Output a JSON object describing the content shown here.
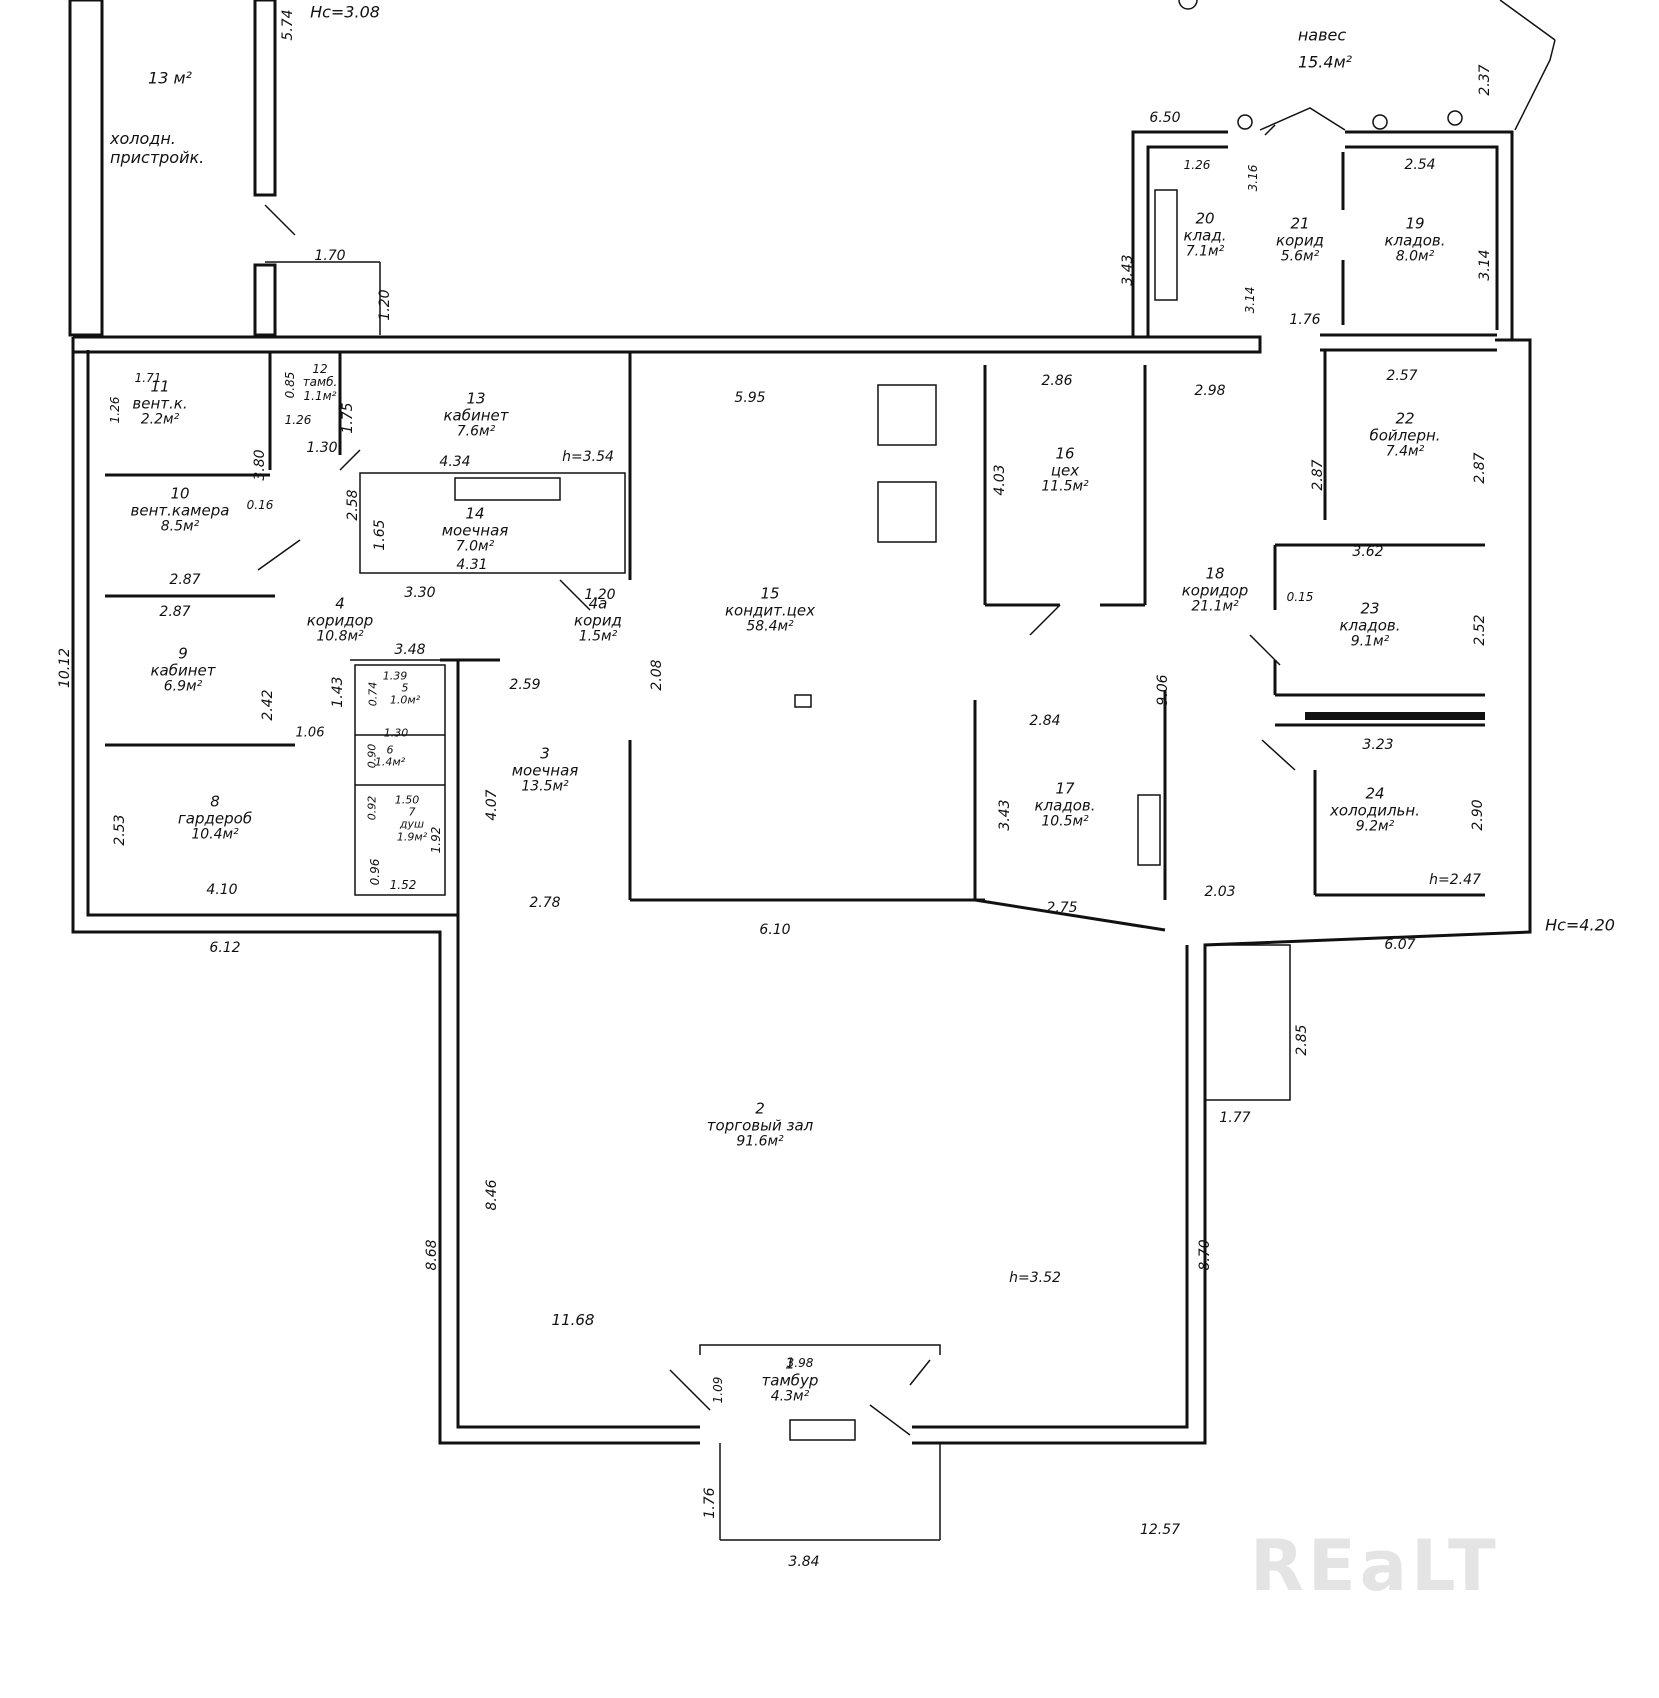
{
  "rooms": [
    {
      "id": "r1",
      "num": "1",
      "name": "тамбур",
      "area": "4.3м²"
    },
    {
      "id": "r2",
      "num": "2",
      "name": "торговый зал",
      "area": "91.6м²"
    },
    {
      "id": "r3",
      "num": "3",
      "name": "моечная",
      "area": "13.5м²"
    },
    {
      "id": "r4",
      "num": "4",
      "name": "коридор",
      "area": "10.8м²"
    },
    {
      "id": "r4a",
      "num": "4а",
      "name": "корид",
      "area": "1.5м²"
    },
    {
      "id": "r5",
      "num": "5",
      "name": "",
      "area": "1.0м²"
    },
    {
      "id": "r6",
      "num": "6",
      "name": "",
      "area": "1.4м²"
    },
    {
      "id": "r7",
      "num": "7",
      "name": "душ",
      "area": "1.9м²"
    },
    {
      "id": "r8",
      "num": "8",
      "name": "гардероб",
      "area": "10.4м²"
    },
    {
      "id": "r9",
      "num": "9",
      "name": "кабинет",
      "area": "6.9м²"
    },
    {
      "id": "r10",
      "num": "10",
      "name": "вент.камера",
      "area": "8.5м²"
    },
    {
      "id": "r11",
      "num": "11",
      "name": "вент.к.",
      "area": "2.2м²"
    },
    {
      "id": "r12",
      "num": "12",
      "name": "тамб.",
      "area": "1.1м²"
    },
    {
      "id": "r13",
      "num": "13",
      "name": "кабинет",
      "area": "7.6м²"
    },
    {
      "id": "r14",
      "num": "14",
      "name": "моечная",
      "area": "7.0м²"
    },
    {
      "id": "r15",
      "num": "15",
      "name": "кондит.цех",
      "area": "58.4м²"
    },
    {
      "id": "r16",
      "num": "16",
      "name": "цех",
      "area": "11.5м²"
    },
    {
      "id": "r17",
      "num": "17",
      "name": "кладов.",
      "area": "10.5м²"
    },
    {
      "id": "r18",
      "num": "18",
      "name": "коридор",
      "area": "21.1м²"
    },
    {
      "id": "r19",
      "num": "19",
      "name": "кладов.",
      "area": "8.0м²"
    },
    {
      "id": "r20",
      "num": "20",
      "name": "клад.",
      "area": "7.1м²"
    },
    {
      "id": "r21",
      "num": "21",
      "name": "корид",
      "area": "5.6м²"
    },
    {
      "id": "r22",
      "num": "22",
      "name": "бойлерн.",
      "area": "7.4м²"
    },
    {
      "id": "r23",
      "num": "23",
      "name": "кладов.",
      "area": "9.1м²"
    },
    {
      "id": "r24",
      "num": "24",
      "name": "холодильн.",
      "area": "9.2м²"
    }
  ],
  "notes": {
    "cold_annex_area": "13 м²",
    "cold_annex_name": "холодн. пристройк.",
    "canopy_name": "навес",
    "canopy_area": "15.4м²",
    "height_left": "Нс=3.08",
    "height_right": "Нс=4.20",
    "height_15": "h=3.54",
    "height_2": "h=3.52",
    "height_24": "h=2.47"
  },
  "dimensions": {
    "d_574": "5.74",
    "d_170": "1.70",
    "d_120a": "1.20",
    "d_650": "6.50",
    "d_237": "2.37",
    "d_126a": "1.26",
    "d_316": "3.16",
    "d_254": "2.54",
    "d_343a": "3.43",
    "d_314": "3.14",
    "d_314b": "3.14",
    "d_176a": "1.76",
    "d_171": "1.71",
    "d_126b": "1.26",
    "d_085": "0.85",
    "d_126c": "1.26",
    "d_175": "1.75",
    "d_130": "1.30",
    "d_380": "3.80",
    "d_016": "0.16",
    "d_595": "5.95",
    "d_286": "2.86",
    "d_298": "2.98",
    "d_257": "2.57",
    "d_434": "4.34",
    "d_258": "2.58",
    "d_165": "1.65",
    "d_431": "4.31",
    "d_403": "4.03",
    "d_287a": "2.87",
    "d_287b": "2.87",
    "d_287c": "2.87",
    "d_287d": "2.87",
    "d_362": "3.62",
    "d_330": "3.30",
    "d_120b": "1.20",
    "d_015": "0.15",
    "d_1012": "10.12",
    "d_348": "3.48",
    "d_259": "2.59",
    "d_208": "2.08",
    "d_906": "9.06",
    "d_252": "2.52",
    "d_143": "1.43",
    "d_139": "1.39",
    "d_074": "0.74",
    "d_130b": "1.30",
    "d_090": "0.90",
    "d_242": "2.42",
    "d_106": "1.06",
    "d_284": "2.84",
    "d_323": "3.23",
    "d_150": "1.50",
    "d_092": "0.92",
    "d_407": "4.07",
    "d_343b": "3.43",
    "d_290": "2.90",
    "d_253": "2.53",
    "d_192": "1.92",
    "d_096": "0.96",
    "d_152": "1.52",
    "d_410": "4.10",
    "d_278": "2.78",
    "d_275": "2.75",
    "d_203": "2.03",
    "d_612": "6.12",
    "d_610": "6.10",
    "d_607": "6.07",
    "d_285": "2.85",
    "d_177": "1.77",
    "d_846": "8.46",
    "d_868": "8.68",
    "d_870": "8.70",
    "d_1168": "11.68",
    "d_398": "3.98",
    "d_109": "1.09",
    "d_176b": "1.76",
    "d_384": "3.84",
    "d_1257": "12.57"
  },
  "watermark": "REaLT"
}
